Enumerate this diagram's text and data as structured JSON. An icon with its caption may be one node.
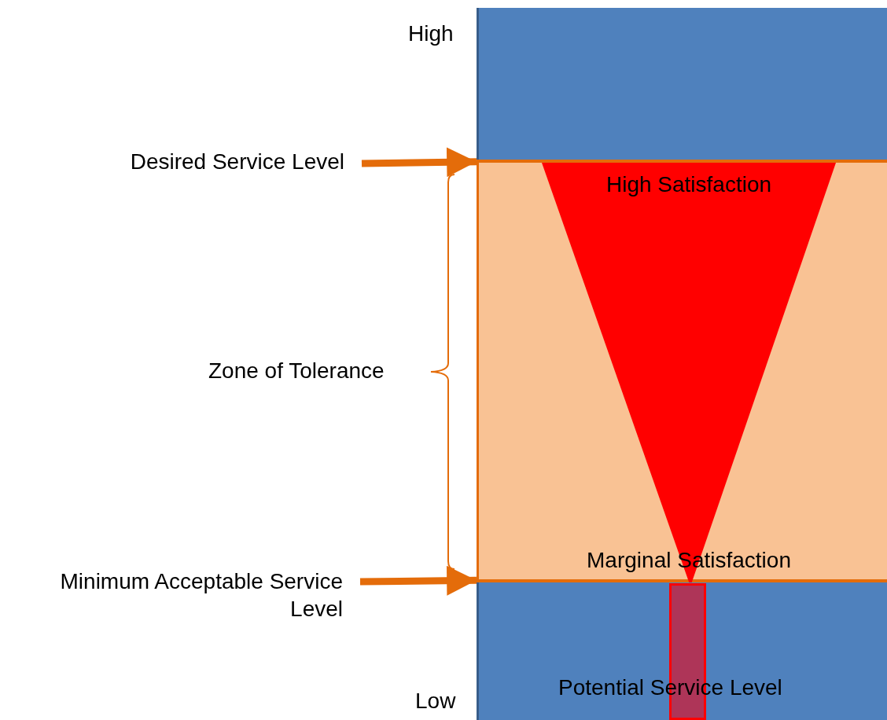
{
  "diagram": {
    "nodes": [
      {
        "text": [],
        "shape": "box"
      },
      {
        "text": [],
        "shape": "box"
      },
      {
        "text": [
          "High Satisfaction",
          "Marginal Satisfaction"
        ],
        "in": 1
      },
      {
        "text": [],
        "shape": "box"
      },
      {
        "text": [],
        "shape": "bar",
        "in": 3
      },
      {
        "text": [
          "Desired Service Level"
        ]
      },
      {
        "text": [
          "Minimum Acceptable Service Level"
        ]
      }
    ],
    "edges": [
      {
        "from": 5,
        "to": 1,
        "arrow": "to"
      },
      {
        "from": 6,
        "to": 1,
        "arrow": "to"
      }
    ],
    "labels": [
      "High",
      "Zone of Tolerance",
      "Potential Service Level",
      "Low"
    ]
  }
}
